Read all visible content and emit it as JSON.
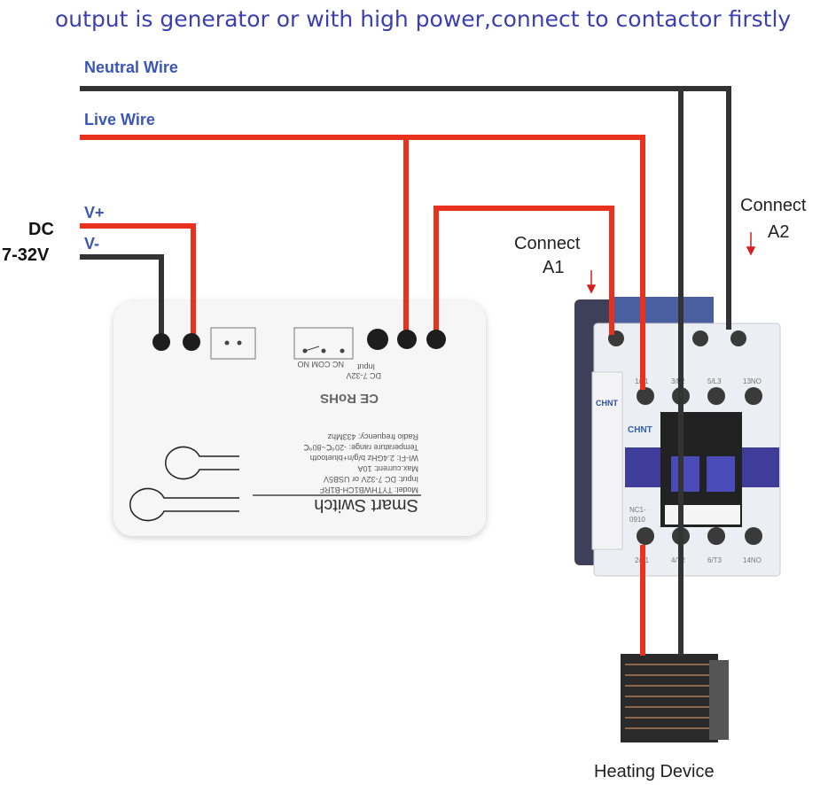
{
  "caption": "output is generator or with high power,connect to contactor firstly",
  "wires": {
    "neutral_label": "Neutral Wire",
    "live_label": "Live Wire",
    "vplus_label": "V+",
    "vminus_label": "V-",
    "red": "#e8321e",
    "dark": "#333333"
  },
  "power": {
    "line1": "DC",
    "line2": "7-32V"
  },
  "connect_a1": {
    "line1": "Connect",
    "line2": "A1"
  },
  "connect_a2": {
    "line1": "Connect",
    "line2": "A2"
  },
  "smart_switch": {
    "title": "Smart Switch",
    "specs": [
      "Model: TYTHWB1CH-B1RF",
      "Input: DC 7-32V or USB5V",
      "Max.current: 10A",
      "WI-FI: 2.4GHz b/g/n+bluetooth",
      "Temperature range: -20℃~80℃",
      "Radio frequency: 433Mhz"
    ],
    "cert": "CE RoHS",
    "input_label": "DC 7-32V",
    "input_sub": "Input",
    "relay_labels": "NC COM NO"
  },
  "contactor": {
    "brand": "CHNT",
    "model_line1": "NC1-",
    "model_line2": "0910",
    "top_terminals": [
      "1/L1",
      "3/L2",
      "5/L3",
      "13NO"
    ],
    "bottom_terminals": [
      "2/T1",
      "4/T2",
      "6/T3",
      "14NO"
    ]
  },
  "heater_label": "Heating Device"
}
